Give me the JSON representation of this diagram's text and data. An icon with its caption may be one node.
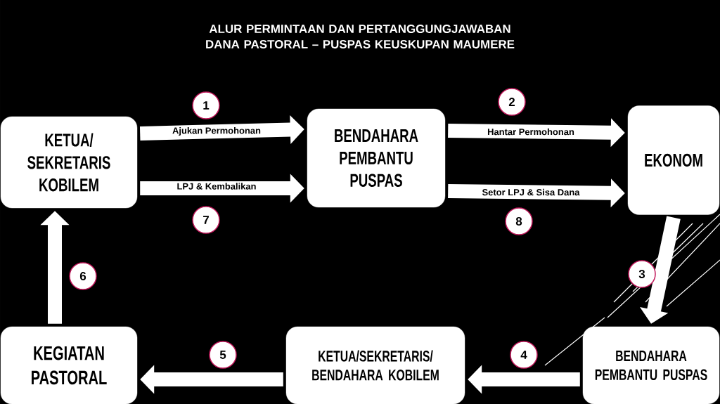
{
  "diagram": {
    "title": "ALUR PERMINTAAN DAN PERTANGGUNGJAWABAN DANA PASTORAL – PUSPAS KEUSKUPAN MAUMERE",
    "nodes": [
      {
        "text": [
          "KETUA/ SEKRETARIS KOBILEM"
        ]
      },
      {
        "text": [
          "BENDAHARA PEMBANTU PUSPAS"
        ]
      },
      {
        "text": [
          "EKONOM"
        ]
      },
      {
        "text": [
          "BENDAHARA PEMBANTU PUSPAS"
        ]
      },
      {
        "text": [
          "KETUA/SEKRETARIS/ BENDAHARA KOBILEM"
        ]
      },
      {
        "text": [
          "KEGIATAN PASTORAL"
        ]
      }
    ],
    "edges": [
      {
        "from": 0,
        "to": 1,
        "arrow": "to",
        "label": "Ajukan Permohonan"
      },
      {
        "from": 0,
        "to": 1,
        "arrow": "to",
        "label": "LPJ & Kembalikan"
      },
      {
        "from": 1,
        "to": 2,
        "arrow": "to",
        "label": "Hantar Permohonan"
      },
      {
        "from": 1,
        "to": 2,
        "arrow": "to",
        "label": "Setor LPJ & Sisa Dana"
      },
      {
        "from": 2,
        "to": 3,
        "arrow": "to"
      },
      {
        "from": 3,
        "to": 4,
        "arrow": "to"
      },
      {
        "from": 4,
        "to": 5,
        "arrow": "to"
      },
      {
        "from": 5,
        "to": 0,
        "arrow": "to"
      }
    ],
    "labels": [
      "1",
      "2",
      "7",
      "8",
      "6",
      "3",
      "5",
      "4"
    ]
  }
}
